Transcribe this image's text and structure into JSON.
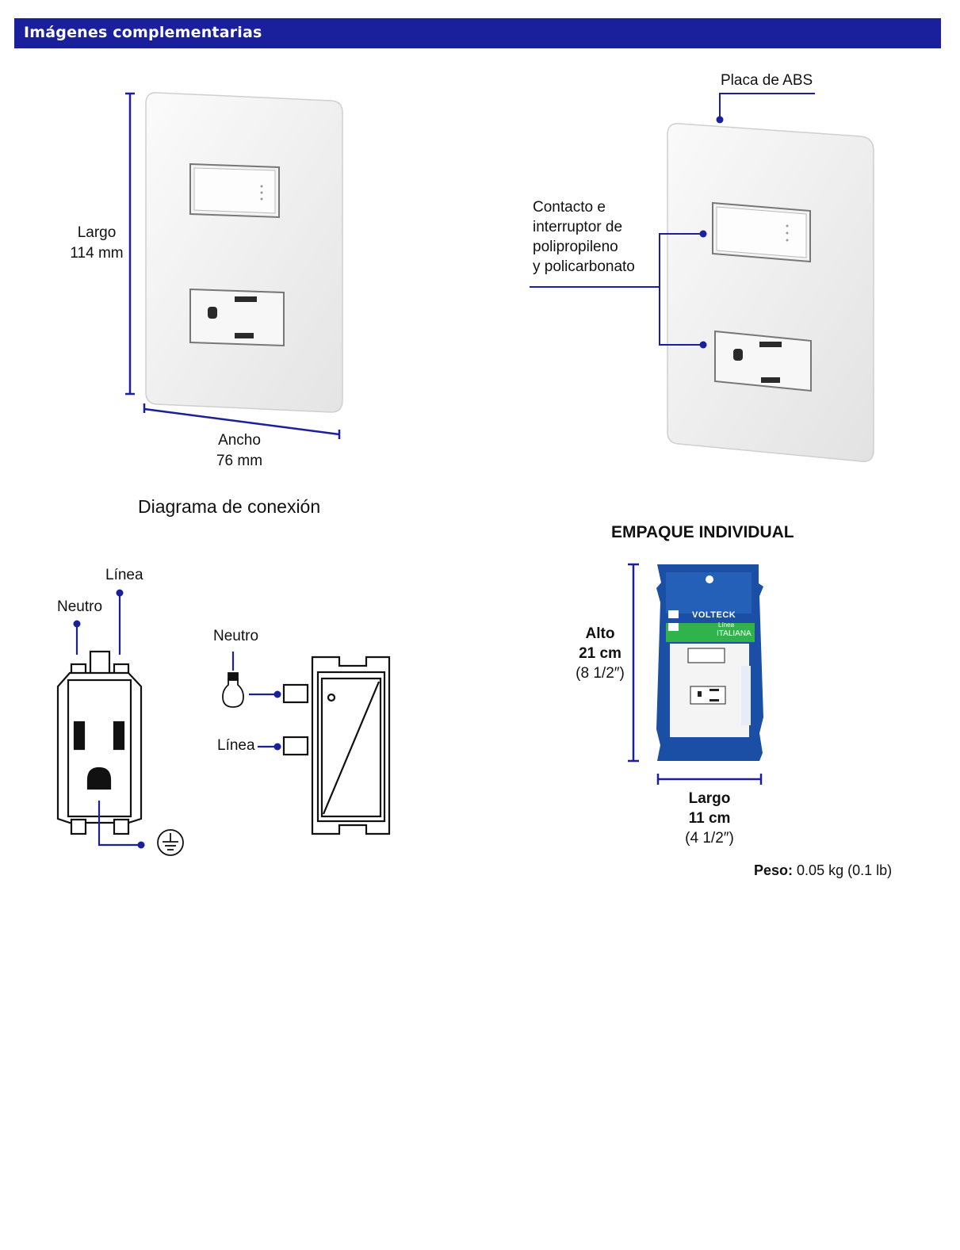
{
  "header": {
    "title": "Imágenes complementarias"
  },
  "dimensions": {
    "largo_label": "Largo",
    "largo_value": "114 mm",
    "ancho_label": "Ancho",
    "ancho_value": "76 mm"
  },
  "callouts": {
    "placa": "Placa de ABS",
    "contacto_line1": "Contacto e",
    "contacto_line2": "interruptor de",
    "contacto_line3": "polipropileno",
    "contacto_line4": "y policarbonato"
  },
  "diagram": {
    "title": "Diagrama de conexión",
    "outlet_linea": "Línea",
    "outlet_neutro": "Neutro",
    "switch_neutro": "Neutro",
    "switch_linea": "Línea"
  },
  "package": {
    "title": "EMPAQUE INDIVIDUAL",
    "alto_label": "Alto",
    "alto_value": "21 cm",
    "alto_inch": "(8 1/2″)",
    "largo_label": "Largo",
    "largo_value": "11 cm",
    "largo_inch": "(4 1/2″)",
    "brand": "VOLTECK",
    "line_small": "Línea",
    "line_name": "ITALIANA",
    "weight_label": "Peso:",
    "weight_value": "0.05 kg (0.1 lb)"
  },
  "colors": {
    "header_bg": "#1a1f9c",
    "accent": "#1a1f9c",
    "package_blue": "#1b4fa6",
    "package_green": "#2fb34a"
  }
}
